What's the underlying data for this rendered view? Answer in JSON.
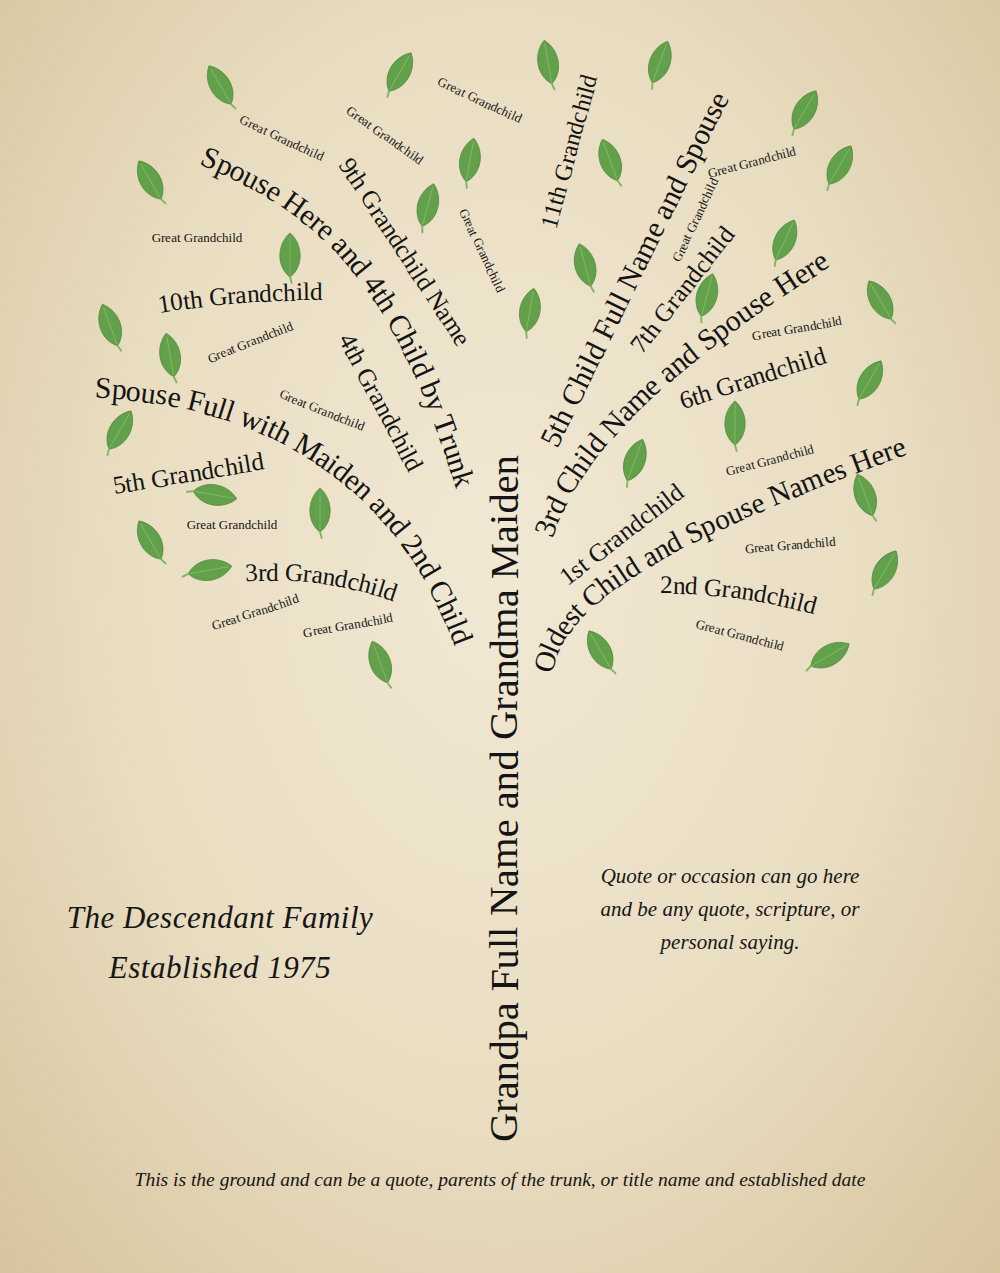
{
  "diagram": {
    "title": "The Descendant Family Established 1975",
    "caption": "This is the ground and can be a quote, parents of the trunk, or title name and established date",
    "labels": [
      "Grandpa Full Name and Grandma Maiden",
      "Oldest Child and Spouse Names Here",
      "1st Grandchild",
      "2nd Grandchild",
      "Spouse Full with Maiden and 2nd Child",
      "3rd Grandchild",
      "5th Grandchild",
      "3rd Child Name and Spouse Here",
      "6th Grandchild",
      "7th Grandchild",
      "Spouse Here and 4th Child by Trunk",
      "4th Grandchild",
      "9th Grandchild Name",
      "10th Grandchild",
      "5th Child Full Name and Spouse",
      "11th Grandchild",
      "Great Grandchild",
      "Great Grandchild",
      "Great Grandchild",
      "Great Grandchild",
      "Great Grandchild",
      "Great Grandchild",
      "Great Grandchild",
      "Great Grandchild",
      "Great Grandchild",
      "Great Grandchild",
      "Great Grandchild",
      "Great Grandchild",
      "Great Grandchild",
      "Great Grandchild",
      "Great Grandchild",
      "Great Grandchild",
      "Quote or occasion can go here and be any quote, scripture, or personal saying."
    ]
  }
}
